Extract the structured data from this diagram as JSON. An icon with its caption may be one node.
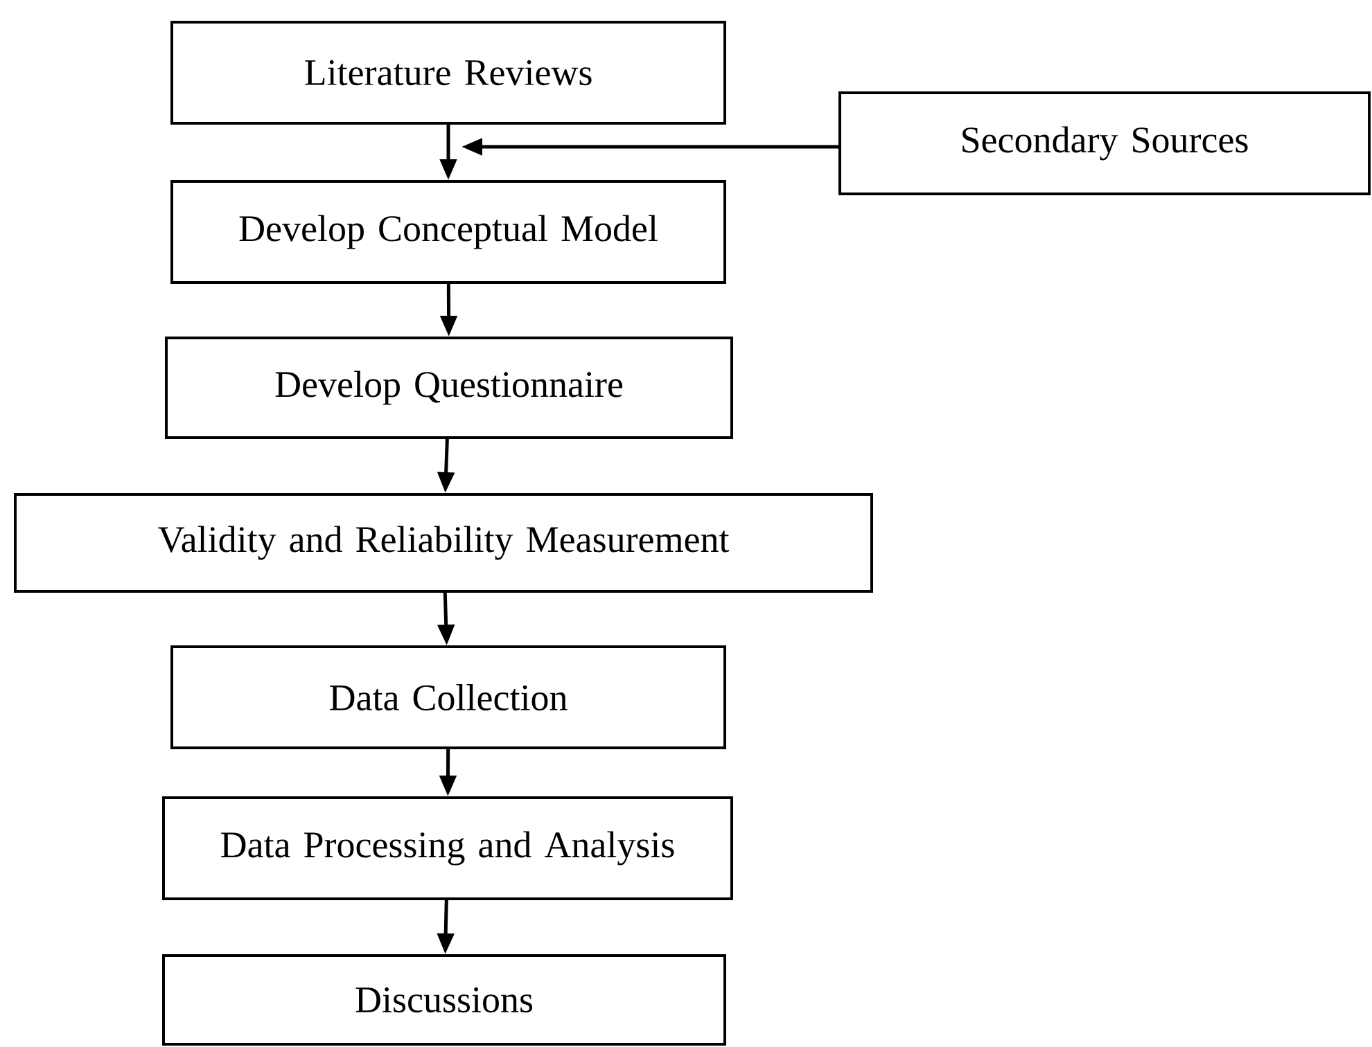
{
  "diagram": {
    "nodes": [
      {
        "text": [
          "Literature Reviews"
        ]
      },
      {
        "text": [
          "Develop Conceptual Model"
        ]
      },
      {
        "text": [
          "Develop Questionnaire"
        ]
      },
      {
        "text": [
          "Validity and Reliability Measurement"
        ]
      },
      {
        "text": [
          "Data Collection"
        ]
      },
      {
        "text": [
          "Data Processing and Analysis"
        ]
      },
      {
        "text": [
          "Discussions"
        ]
      },
      {
        "text": [
          "Secondary Sources"
        ]
      }
    ],
    "edges": [
      {
        "from": 0,
        "to": 1,
        "arrow": "to"
      },
      {
        "from": 7,
        "to": null,
        "arrow": "to"
      },
      {
        "from": 1,
        "to": 2,
        "arrow": "to"
      },
      {
        "from": 2,
        "to": 3,
        "arrow": "to"
      },
      {
        "from": 3,
        "to": 4,
        "arrow": "to"
      },
      {
        "from": 4,
        "to": 5,
        "arrow": "to"
      },
      {
        "from": 5,
        "to": 6,
        "arrow": "to"
      }
    ]
  }
}
